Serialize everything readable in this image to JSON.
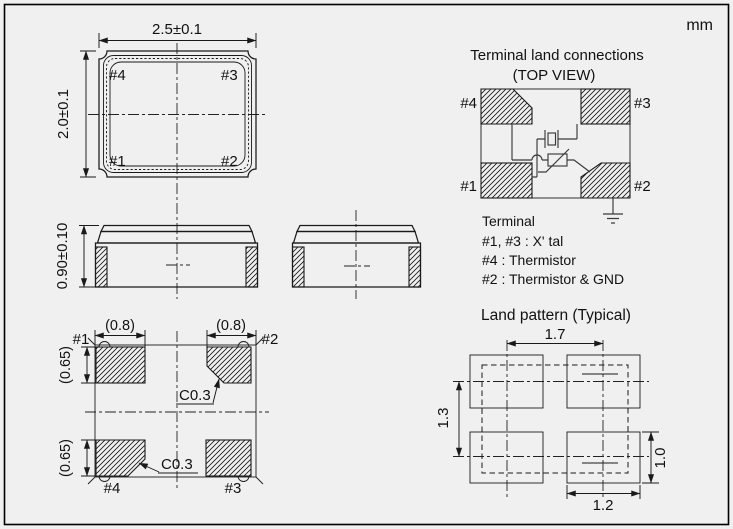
{
  "units": {
    "label": "mm"
  },
  "colors": {
    "background": "#f0f0f0",
    "line": "#1a1a1a"
  },
  "top_view": {
    "dim_width": "2.5±0.1",
    "dim_height": "2.0±0.1",
    "pad_tl": "#4",
    "pad_tr": "#3",
    "pad_bl": "#1",
    "pad_br": "#2"
  },
  "side_view": {
    "dim_height": "0.90±0.10"
  },
  "bottom_view": {
    "pad_tl": "#1",
    "pad_tr": "#2",
    "pad_bl": "#4",
    "pad_br": "#3",
    "dim_width_left": "(0.8)",
    "dim_width_right": "(0.8)",
    "dim_height_top": "(0.65)",
    "dim_height_bottom": "(0.65)",
    "chamfer_top": "C0.3",
    "chamfer_bottom": "C0.3"
  },
  "terminal_connections": {
    "title": "Terminal land connections",
    "subtitle": "(TOP VIEW)",
    "pad_tl": "#4",
    "pad_tr": "#3",
    "pad_bl": "#1",
    "pad_br": "#2",
    "legend_title": "Terminal",
    "legend_xtal": "#1, #3 : X' tal",
    "legend_thermistor": "#4 : Thermistor",
    "legend_gnd": "#2 : Thermistor & GND"
  },
  "land_pattern": {
    "title": "Land pattern (Typical)",
    "dim_pitch_x": "1.7",
    "dim_pitch_y": "1.3",
    "dim_pad_height": "1.0",
    "dim_pad_width": "1.2"
  }
}
